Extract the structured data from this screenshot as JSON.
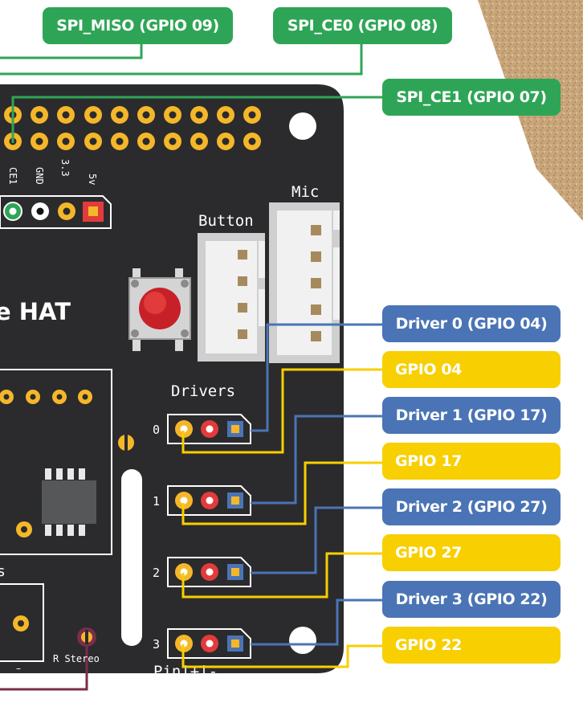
{
  "board": {
    "title": "e HAT",
    "header_labels": [
      "CE1",
      "GND",
      "3.3",
      "5v"
    ],
    "button_label": "Button",
    "mic_label": "Mic",
    "drivers_label": "Drivers",
    "driver_numbers": [
      "0",
      "1",
      "2",
      "3"
    ],
    "stereo_label": "R Stereo",
    "pin_label": "Pin|+|-",
    "corner_letter": "s",
    "minus_mark": "–"
  },
  "callouts": {
    "spi_miso": "SPI_MISO (GPIO 09)",
    "spi_ce0": "SPI_CE0 (GPIO 08)",
    "spi_ce1": "SPI_CE1 (GPIO 07)",
    "driver0": "Driver 0 (GPIO 04)",
    "gpio04": "GPIO 04",
    "driver1": "Driver 1 (GPIO 17)",
    "gpio17": "GPIO 17",
    "driver2": "Driver 2 (GPIO 27)",
    "gpio27": "GPIO 27",
    "driver3": "Driver 3 (GPIO 22)",
    "gpio22": "GPIO 22"
  },
  "colors": {
    "board": "#2b2b2d",
    "green": "#2ea556",
    "blue": "#4a74b5",
    "yellow": "#f8cf00",
    "gold_pad": "#f5b72a",
    "red_pad": "#e23b3b",
    "maroon_wire": "#7b2d4a",
    "cork": "#c8a57a"
  }
}
